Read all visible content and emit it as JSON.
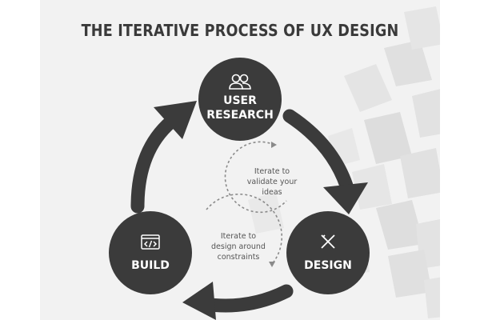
{
  "title": "THE ITERATIVE PROCESS OF UX DESIGN",
  "nodes": {
    "research": {
      "line1": "USER",
      "line2": "RESEARCH",
      "icon": "users-icon"
    },
    "design": {
      "label": "DESIGN",
      "icon": "pencil-ruler-icon"
    },
    "build": {
      "label": "BUILD",
      "icon": "code-window-icon"
    }
  },
  "notes": {
    "validate": {
      "line1": "Iterate to",
      "line2": "validate your",
      "line3": "ideas"
    },
    "constraints": {
      "line1": "Iterate to",
      "line2": "design around",
      "line3": "constraints"
    }
  },
  "colors": {
    "node": "#3b3b3b",
    "arrow": "#3b3b3b",
    "background": "#f2f2f2",
    "dashed": "#8a8a8a",
    "decor": "#e3e3e3"
  }
}
